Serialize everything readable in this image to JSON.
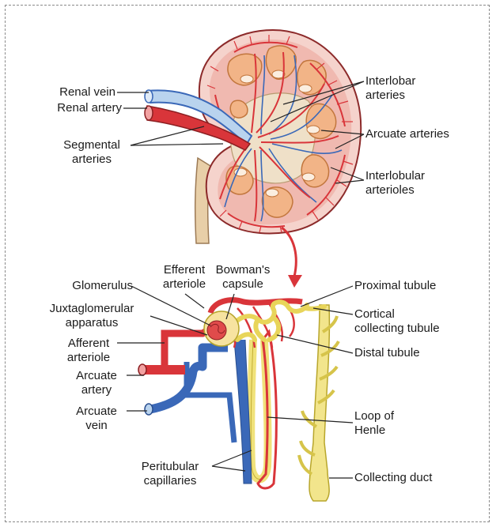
{
  "labels": {
    "renal_vein": "Renal vein",
    "renal_artery": "Renal artery",
    "segmental_arteries": "Segmental\narteries",
    "interlobar_arteries": "Interlobar\narteries",
    "arcuate_arteries": "Arcuate arteries",
    "interlobular_arterioles": "Interlobular\narterioles",
    "efferent_arteriole": "Efferent\narteriole",
    "bowmans_capsule": "Bowman's\ncapsule",
    "glomerulus": "Glomerulus",
    "juxtaglomerular_apparatus": "Juxtaglomerular\napparatus",
    "afferent_arteriole": "Afferent\narteriole",
    "arcuate_artery": "Arcuate\nartery",
    "arcuate_vein": "Arcuate\nvein",
    "proximal_tubule": "Proximal tubule",
    "cortical_collecting_tubule": "Cortical\ncollecting tubule",
    "distal_tubule": "Distal tubule",
    "loop_of_henle": "Loop of\nHenle",
    "peritubular_capillaries": "Peritubular\ncapillaries",
    "collecting_duct": "Collecting duct"
  },
  "colors": {
    "artery": "#d9353a",
    "vein": "#3a68b8",
    "vein_light": "#b9d3ee",
    "tubule": "#f0e27a",
    "cortex": "#f3c9c2",
    "pyramid": "#f2b487",
    "pelvis": "#efe0c8",
    "ureter": "#e8cfa8"
  }
}
